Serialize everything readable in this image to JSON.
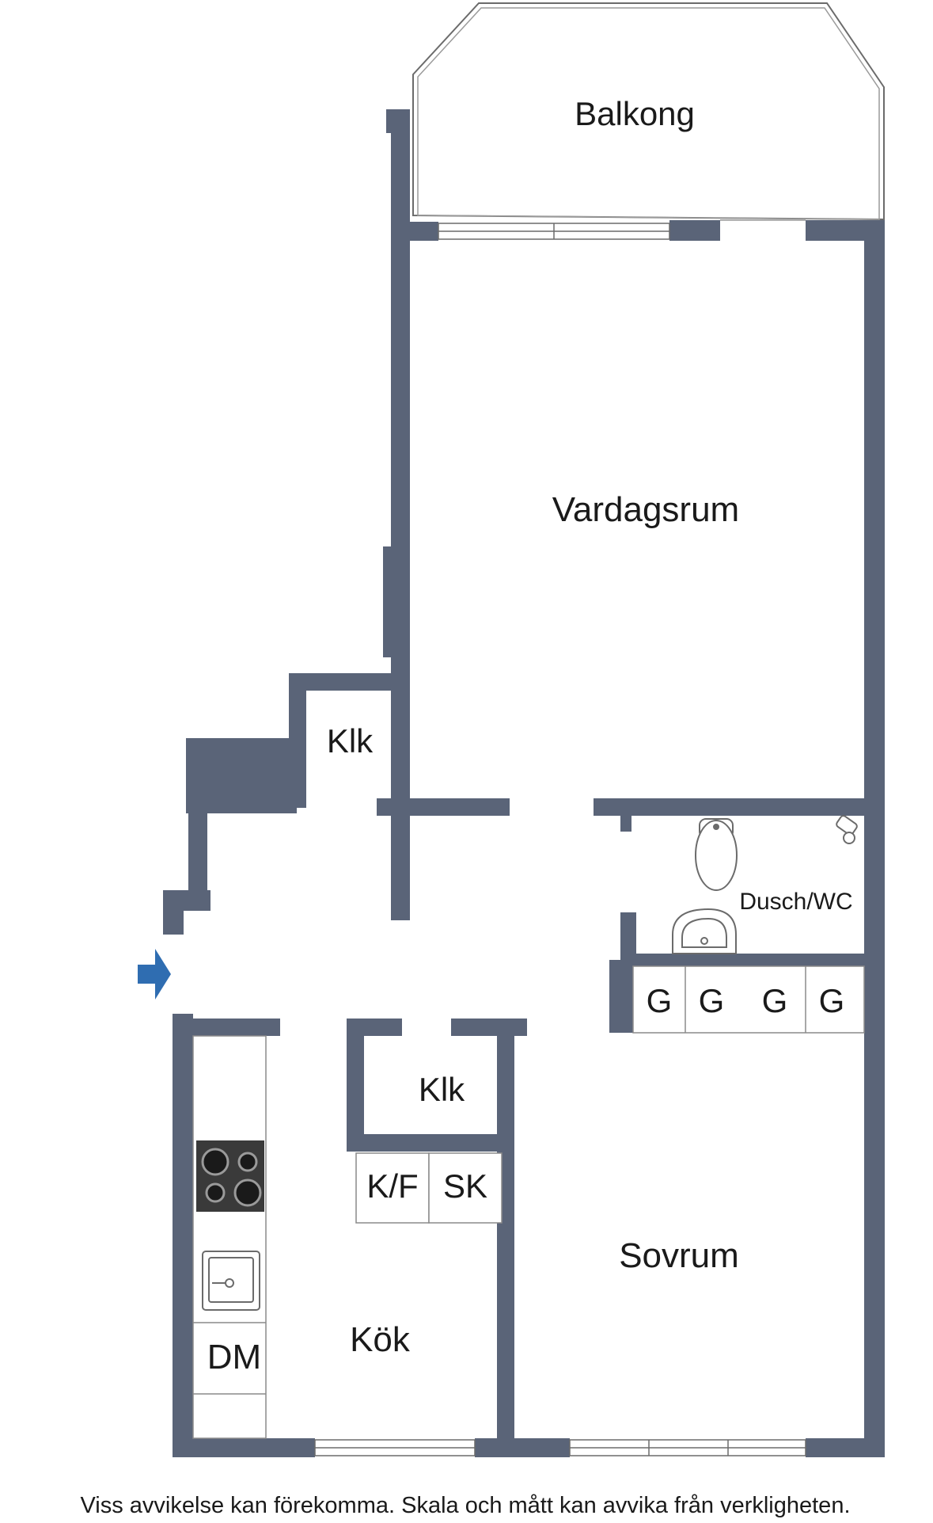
{
  "rooms": {
    "balcony": "Balkong",
    "living_room": "Vardagsrum",
    "closet_upper": "Klk",
    "bathroom": "Dusch/WC",
    "closet_lower": "Klk",
    "kitchen": "Kök",
    "bedroom": "Sovrum"
  },
  "fixtures": {
    "fridge_freezer": "K/F",
    "broom_cupboard": "SK",
    "dishwasher": "DM",
    "wardrobes": [
      "G",
      "G",
      "G",
      "G"
    ]
  },
  "disclaimer": "Viss avvikelse kan förekomma. Skala och mått kan avvika från verkligheten.",
  "colors": {
    "wall": "#5a6478",
    "entrance_arrow": "#2f6db1",
    "background": "#ffffff",
    "text": "#1a1a1a"
  },
  "icons": {
    "entrance": "entrance-arrow-icon",
    "stove": "stove-icon",
    "sink": "kitchen-sink-icon",
    "toilet": "toilet-icon",
    "washbasin": "washbasin-icon",
    "shower": "shower-head-icon"
  }
}
